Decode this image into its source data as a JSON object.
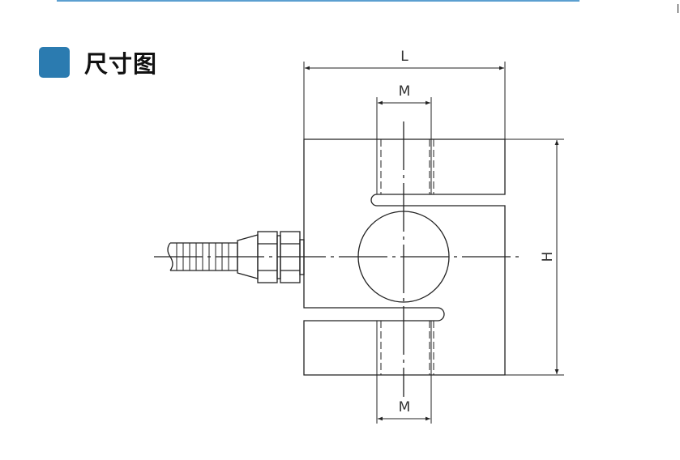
{
  "section": {
    "title": "尺寸图",
    "accent_color": "#2b7bb0"
  },
  "drawing": {
    "dimension_labels": {
      "length": "L",
      "top_thread": "M",
      "bottom_thread": "M",
      "height": "H"
    }
  }
}
